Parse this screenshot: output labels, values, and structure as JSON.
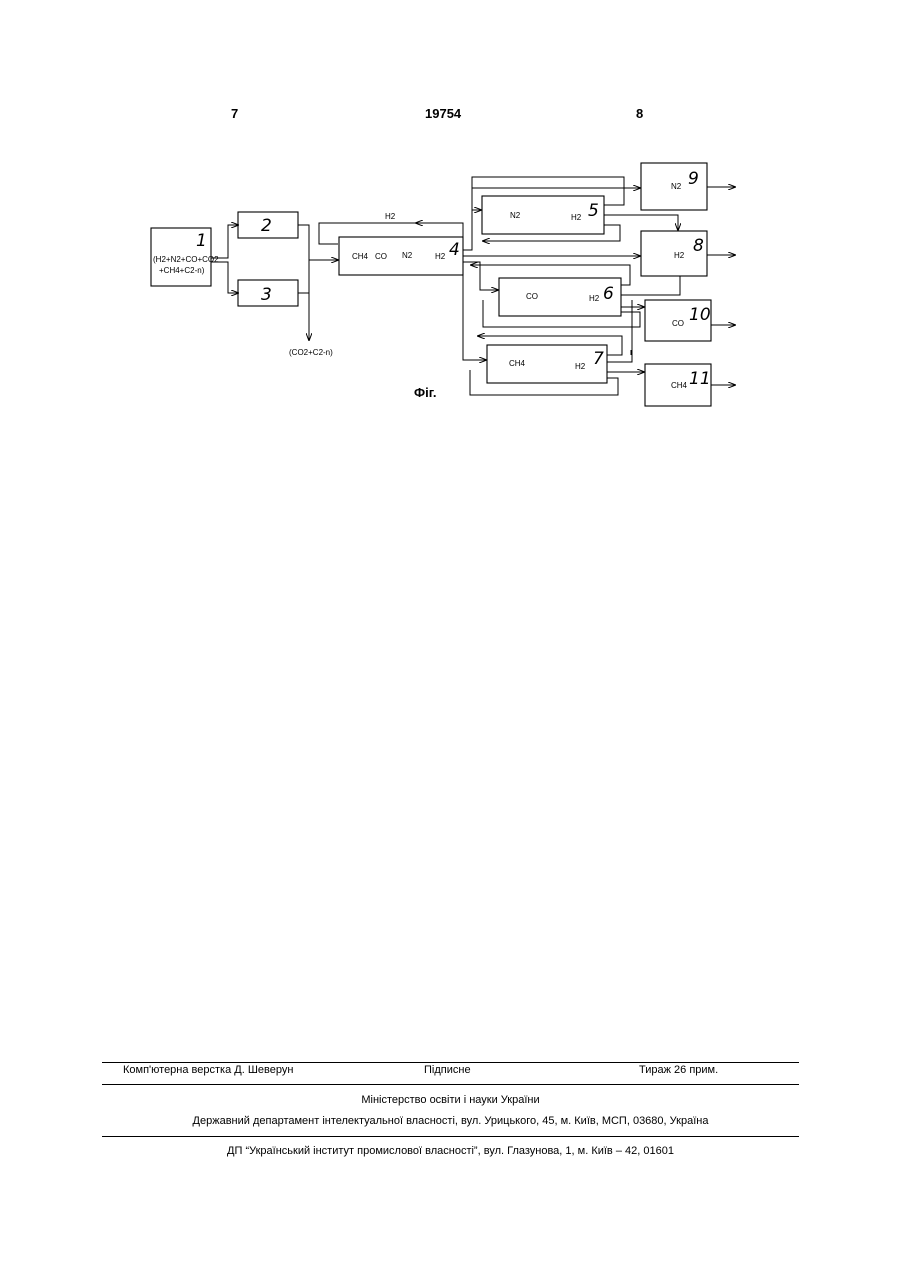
{
  "header": {
    "left_page": "7",
    "doc_number": "19754",
    "right_page": "8"
  },
  "figure": {
    "caption": "Фіг.",
    "blocks": {
      "b1": "1",
      "b1_line1": "(H2+N2+CO+CO2",
      "b1_line2": "+CH4+C2-n)",
      "b2": "2",
      "b3": "3",
      "b3_out": "(CO2+C2-n)",
      "b4": "4",
      "b4_top": "H2",
      "b4_ch4": "CH4",
      "b4_co": "CO",
      "b4_n2": "N2",
      "b4_h2": "H2",
      "b5": "5",
      "b5_n2": "N2",
      "b5_h2": "H2",
      "b6": "6",
      "b6_co": "CO",
      "b6_h2": "H2",
      "b7": "7",
      "b7_ch4": "CH4",
      "b7_h2": "H2",
      "b8": "8",
      "b8_h2": "H2",
      "b9": "9",
      "b9_n2": "N2",
      "b10": "10",
      "b10_co": "CO",
      "b11": "11",
      "b11_ch4": "CH4"
    }
  },
  "footer": {
    "typesetting": "Комп'ютерна верстка Д. Шеверун",
    "signed": "Підписне",
    "circulation": "Тираж 26 прим.",
    "ministry": "Міністерство освіти і науки України",
    "department": "Державний департамент інтелектуальної власності, вул. Урицького, 45, м. Київ, МСП, 03680, Україна",
    "institute": "ДП “Український інститут промислової власності”, вул. Глазунова, 1, м. Київ – 42, 01601"
  }
}
